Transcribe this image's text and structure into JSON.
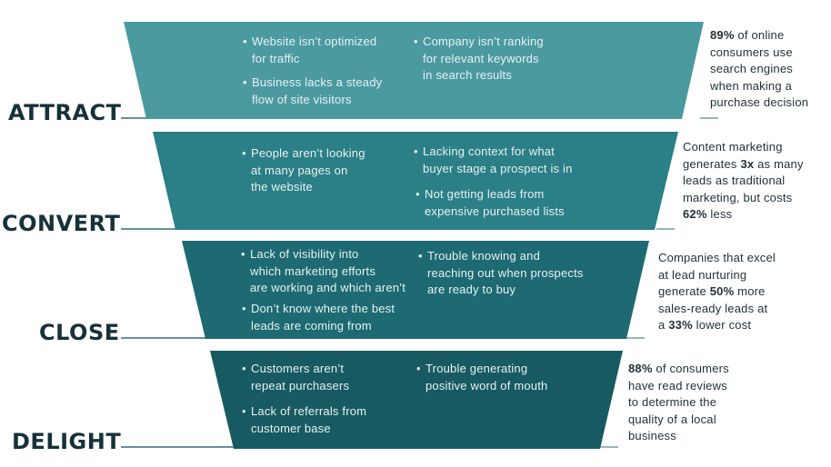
{
  "colors": {
    "attract": "#4b9aa0",
    "convert": "#2b7f86",
    "close": "#1d6a72",
    "delight": "#175a61",
    "label_text": "#16313a"
  },
  "stages": [
    {
      "name": "ATTRACT",
      "bullets_left": [
        "Website isn’t optimized\nfor traffic",
        "Business lacks a steady\nflow of site visitors"
      ],
      "bullets_right": [
        "Company isn’t ranking\nfor relevant keywords\nin search results"
      ],
      "stat": "89% of online\nconsumers use\nsearch engines\nwhen making a\npurchase decision"
    },
    {
      "name": "CONVERT",
      "bullets_left": [
        "People aren’t looking\nat many pages on\nthe website"
      ],
      "bullets_right": [
        "Lacking context for what\nbuyer stage a prospect is in",
        "Not getting leads from\nexpensive purchased lists"
      ],
      "stat": "Content marketing\ngenerates 3x as many\nleads as traditional\nmarketing, but costs\n62% less"
    },
    {
      "name": "CLOSE",
      "bullets_left": [
        "Lack of visibility into\nwhich marketing efforts\nare working and which aren’t",
        "Don’t know where the best\nleads are coming from"
      ],
      "bullets_right": [
        "Trouble knowing and\nreaching out when prospects\nare ready to buy"
      ],
      "stat": "Companies that excel\nat lead nurturing\ngenerate 50% more\nsales-ready leads at\na 33% lower cost"
    },
    {
      "name": "DELIGHT",
      "bullets_left": [
        "Customers aren’t\nrepeat purchasers",
        "Lack of referrals from\ncustomer base"
      ],
      "bullets_right": [
        "Trouble generating\npositive word of mouth"
      ],
      "stat": "88% of consumers\nhave read reviews\nto determine the\nquality of a local\nbusiness"
    }
  ],
  "stat_bold": [
    [
      "89%"
    ],
    [
      "3x",
      "62%"
    ],
    [
      "50%",
      "33%"
    ],
    [
      "88%"
    ]
  ]
}
